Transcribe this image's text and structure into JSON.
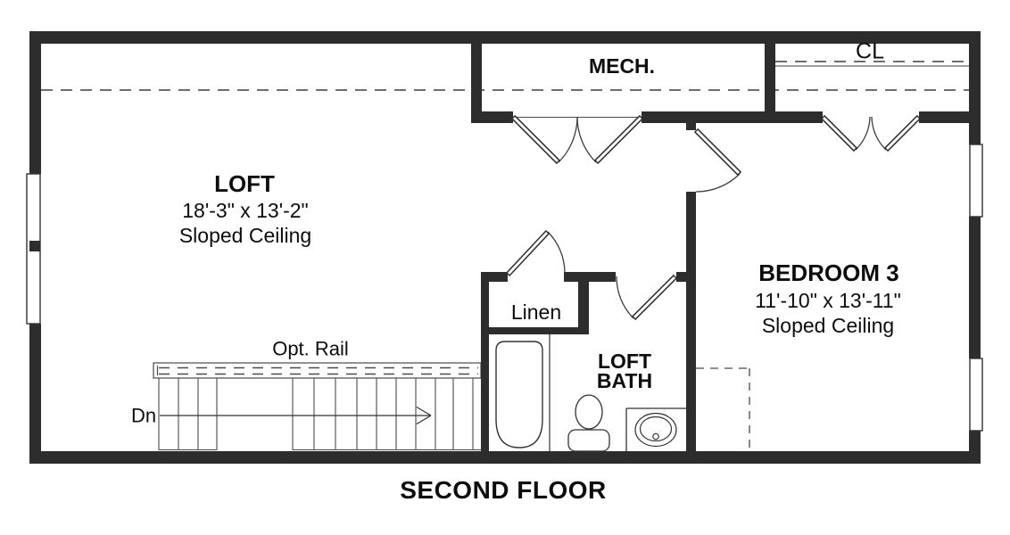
{
  "title": "SECOND FLOOR",
  "rooms": {
    "loft": {
      "name": "LOFT",
      "dims": "18'-3\" x 13'-2\"",
      "note": "Sloped Ceiling"
    },
    "mech": {
      "name": "MECH."
    },
    "closet": {
      "name": "CL"
    },
    "bedroom3": {
      "name": "BEDROOM 3",
      "dims": "11'-10\" x 13'-11\"",
      "note": "Sloped Ceiling"
    },
    "linen": {
      "name": "Linen"
    },
    "loft_bath": {
      "name": "LOFT BATH"
    }
  },
  "stairs": {
    "direction_label": "Dn",
    "rail_label": "Opt. Rail"
  },
  "colors": {
    "wall": "#2d2d2d",
    "line": "#3d3d3d",
    "background": "#ffffff",
    "text": "#0d0d0d"
  }
}
